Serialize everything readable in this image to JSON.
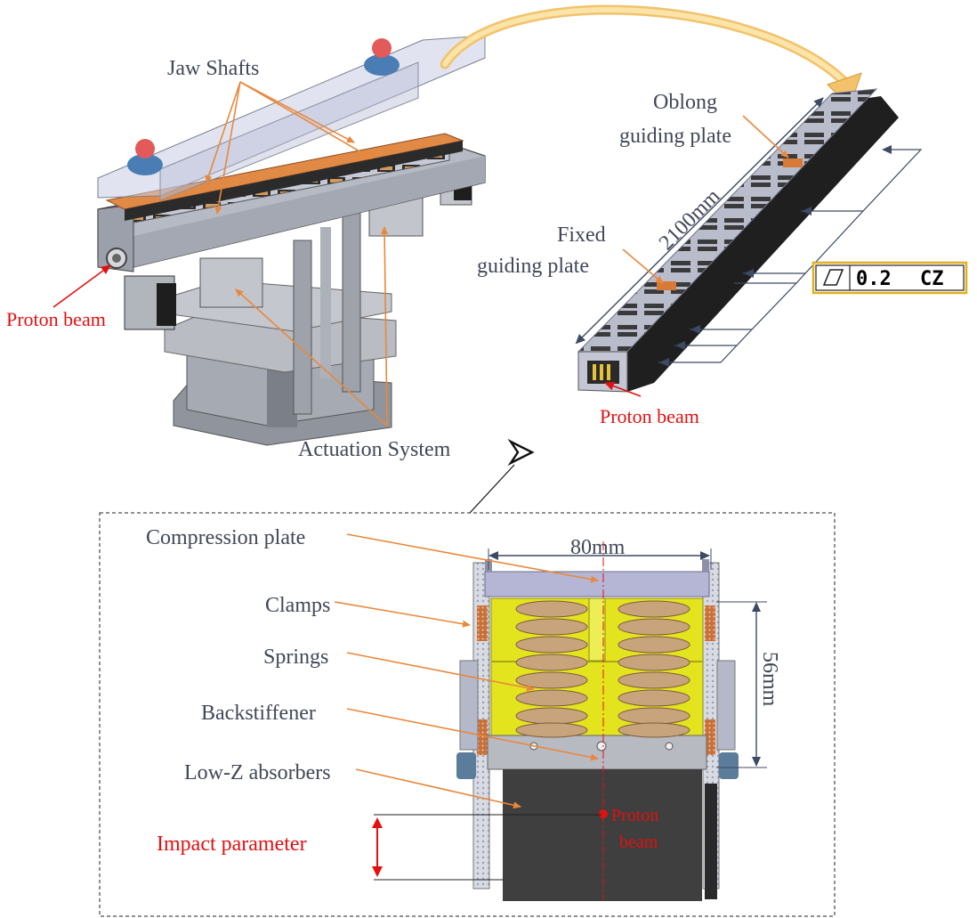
{
  "colors": {
    "label_text": "#404758",
    "red_label": "#e31010",
    "orange_arrow": "#e8883c",
    "spring": "#c8a47c",
    "yellow_block": "#e4e41e",
    "absorber": "#3f3f3f",
    "tolerance_border": "#e0b020",
    "steel": "#a9adb6"
  },
  "assembly": {
    "jaw_shafts_label": "Jaw Shafts",
    "proton_beam_label": "Proton beam",
    "actuation_system_label": "Actuation System"
  },
  "jaw": {
    "oblong_label_line1": "Oblong",
    "oblong_label_line2": "guiding plate",
    "fixed_label_line1": "Fixed",
    "fixed_label_line2": "guiding plate",
    "length_label": "2100mm",
    "proton_beam_label": "Proton beam",
    "tolerance": {
      "symbol": "flatness-icon",
      "value": "0.2",
      "datum": "CZ"
    }
  },
  "section": {
    "labels": {
      "compression_plate": "Compression plate",
      "clamps": "Clamps",
      "springs": "Springs",
      "backstiffener": "Backstiffener",
      "low_z_absorbers": "Low-Z absorbers",
      "impact_parameter": "Impact parameter"
    },
    "width_label": "80mm",
    "height_label": "56mm",
    "proton_beam_line1": "Proton",
    "proton_beam_line2": "beam"
  }
}
